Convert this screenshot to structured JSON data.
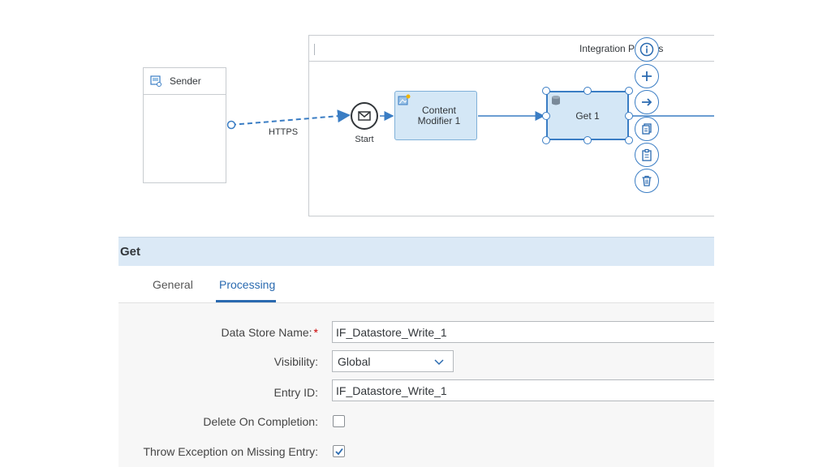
{
  "diagram": {
    "sender_label": "Sender",
    "pool_title": "Integration Process",
    "connection_label": "HTTPS",
    "start_label": "Start",
    "content_modifier_label_line1": "Content",
    "content_modifier_label_line2": "Modifier 1",
    "get_step_label": "Get 1",
    "actions": [
      {
        "name": "info-button",
        "icon": "info-icon"
      },
      {
        "name": "add-button",
        "icon": "plus-icon"
      },
      {
        "name": "connect-button",
        "icon": "arrow-right-icon"
      },
      {
        "name": "copy-button",
        "icon": "copy-icon"
      },
      {
        "name": "paste-button",
        "icon": "paste-icon"
      },
      {
        "name": "delete-button",
        "icon": "trash-icon"
      }
    ]
  },
  "panel": {
    "title": "Get",
    "tabs": [
      {
        "label": "General",
        "active": false
      },
      {
        "label": "Processing",
        "active": true
      }
    ],
    "fields": {
      "data_store_name_label": "Data Store Name:",
      "data_store_name_value": "IF_Datastore_Write_1",
      "visibility_label": "Visibility:",
      "visibility_value": "Global",
      "entry_id_label": "Entry ID:",
      "entry_id_value": "IF_Datastore_Write_1",
      "delete_on_completion_label": "Delete On Completion:",
      "delete_on_completion_checked": false,
      "throw_exception_label": "Throw Exception on Missing Entry:",
      "throw_exception_checked": true
    }
  },
  "colors": {
    "accent": "#2a6ab0",
    "step_fill": "#d4e7f6",
    "header_fill": "#dbe9f6",
    "required": "#cc0000"
  }
}
